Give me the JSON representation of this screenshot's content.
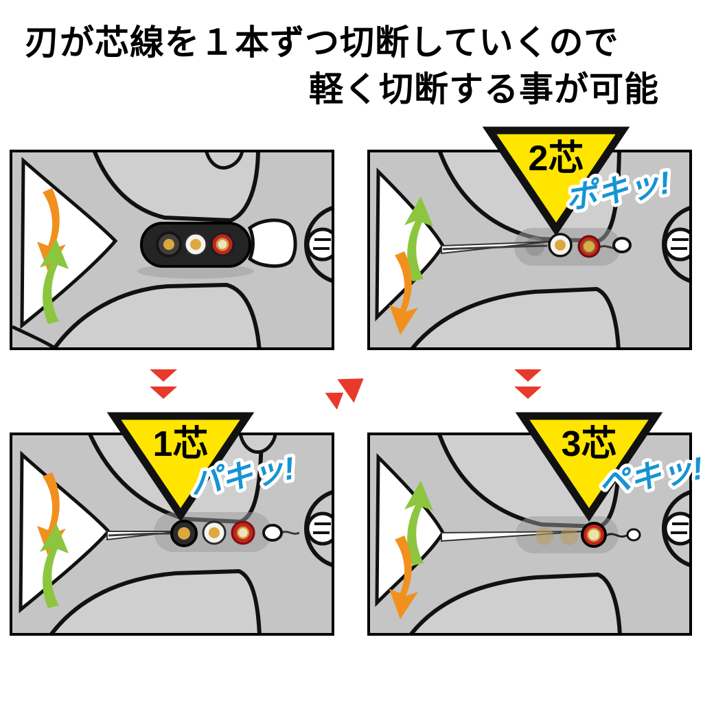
{
  "title": {
    "line1": "刃が芯線を１本ずつ切断していくので",
    "line2": "軽く切断する事が可能"
  },
  "callouts": {
    "step1": {
      "label": "1芯",
      "sound": "パキッ!"
    },
    "step2": {
      "label": "2芯",
      "sound": "ポキッ!"
    },
    "step3": {
      "label": "3芯",
      "sound": "ペキッ!"
    }
  },
  "colors": {
    "triangle_yellow": "#ffe500",
    "sound_blue": "#1694d2",
    "flow_red": "#e8392b",
    "arrow_orange": "#f2901e",
    "arrow_green": "#8cc63f",
    "panel_gray": "#c5c5c5",
    "cable_black": "#242424",
    "core_white": "#f5f3ef",
    "core_red": "#c6221f",
    "core_center_gold": "#dca83f"
  }
}
